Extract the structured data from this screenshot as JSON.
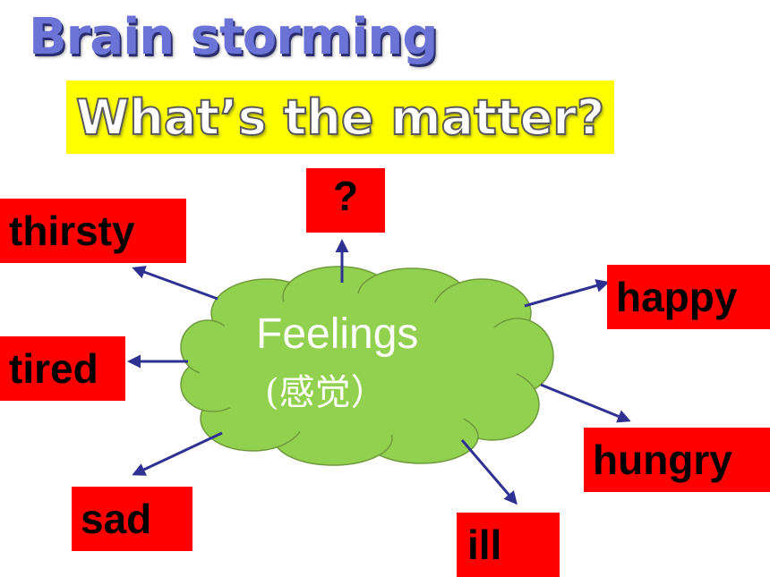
{
  "title": "Brain storming",
  "question": "What’s the matter?",
  "center": {
    "line1": "Feelings",
    "line2": "(感觉）"
  },
  "words": {
    "unknown": "?",
    "thirsty": "thirsty",
    "tired": "tired",
    "sad": "sad",
    "ill": "ill",
    "hungry": "hungry",
    "happy": "happy"
  },
  "colors": {
    "title": "#6b74d6",
    "question_bg": "#ffff00",
    "word_box": "#ff0000",
    "cloud_fill": "#92d050",
    "arrow": "#2e3192"
  }
}
